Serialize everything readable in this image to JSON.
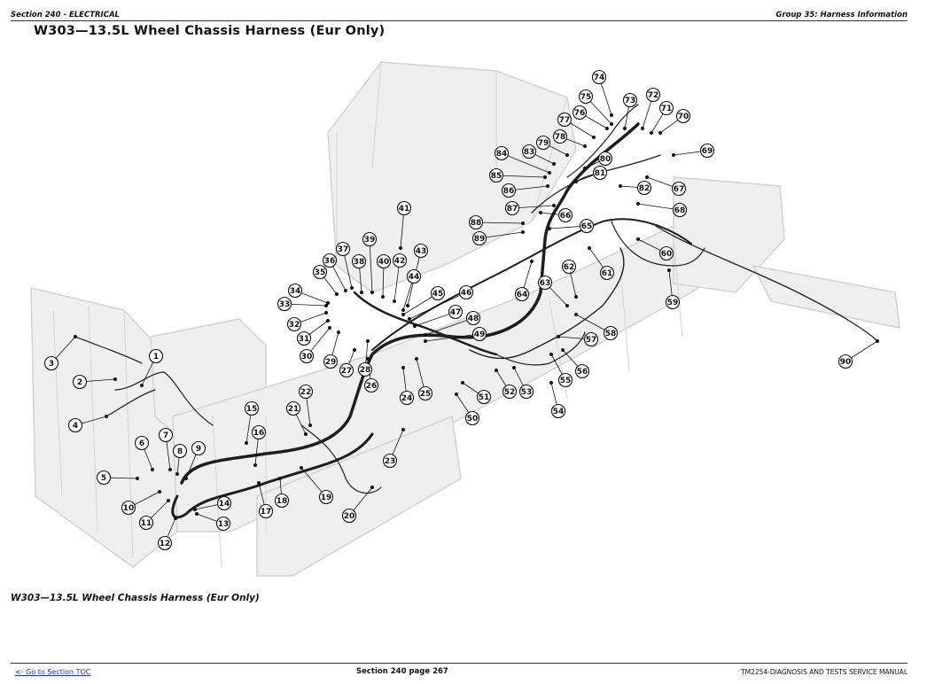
{
  "header": {
    "section": "Section 240 - ELECTRICAL",
    "group": "Group 35: Harness Information"
  },
  "title": "W303—13.5L Wheel Chassis Harness (Eur Only)",
  "figure": {
    "callouts": [
      "1",
      "2",
      "3",
      "4",
      "5",
      "6",
      "7",
      "8",
      "9",
      "10",
      "11",
      "12",
      "13",
      "14",
      "15",
      "16",
      "17",
      "18",
      "19",
      "20",
      "21",
      "22",
      "23",
      "24",
      "25",
      "26",
      "27",
      "28",
      "29",
      "30",
      "31",
      "32",
      "33",
      "34",
      "35",
      "36",
      "37",
      "38",
      "39",
      "40",
      "41",
      "42",
      "43",
      "44",
      "45",
      "46",
      "47",
      "48",
      "49",
      "50",
      "51",
      "52",
      "53",
      "54",
      "55",
      "56",
      "57",
      "58",
      "59",
      "60",
      "61",
      "62",
      "63",
      "64",
      "65",
      "66",
      "67",
      "68",
      "69",
      "70",
      "71",
      "72",
      "73",
      "74",
      "75",
      "76",
      "77",
      "78",
      "79",
      "80",
      "81",
      "82",
      "83",
      "84",
      "85",
      "86",
      "87",
      "88",
      "89",
      "90"
    ]
  },
  "caption": "W303—13.5L Wheel Chassis Harness (Eur Only)",
  "footer": {
    "toc_link": "<- Go to Section TOC",
    "page": "Section 240 page 267",
    "manual": "TM2254-DIAGNOSIS AND TESTS SERVICE MANUAL"
  }
}
